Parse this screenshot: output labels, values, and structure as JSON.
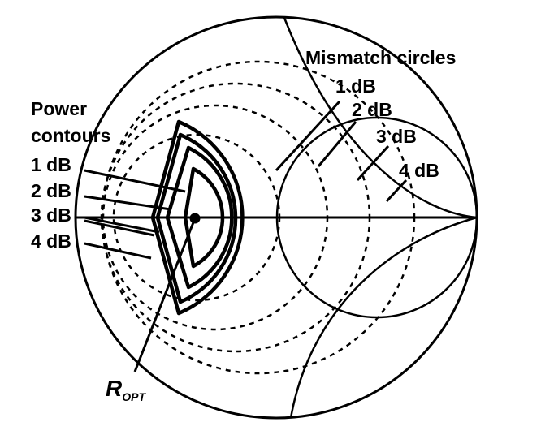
{
  "labels": {
    "mismatch_title": "Mismatch circles",
    "mismatch_1": "1 dB",
    "mismatch_2": "2 dB",
    "mismatch_3": "3 dB",
    "mismatch_4": "4 dB",
    "power_title_1": "Power",
    "power_title_2": "contours",
    "power_1": "1 dB",
    "power_2": "2 dB",
    "power_3": "3 dB",
    "power_4": "4 dB",
    "ropt_main": "R",
    "ropt_sub": "OPT"
  },
  "colors": {
    "ink": "#000000",
    "background": "#ffffff"
  }
}
